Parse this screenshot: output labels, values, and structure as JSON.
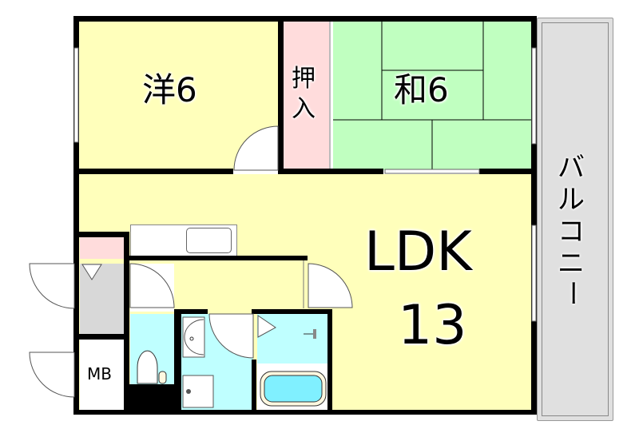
{
  "floorplan": {
    "rooms": {
      "western_room": {
        "label": "洋6",
        "type": "Western-style room",
        "size_jo": 6
      },
      "closet": {
        "label": "押入",
        "label_line1": "押",
        "label_line2": "入"
      },
      "japanese_room": {
        "label": "和6",
        "type": "Japanese-style room",
        "size_jo": 6
      },
      "ldk": {
        "label_line1": "LDK",
        "label_line2": "13",
        "size_jo": 13
      },
      "balcony": {
        "label": "バルコニー",
        "chars": [
          "バ",
          "ル",
          "コ",
          "ニ",
          "ー"
        ]
      },
      "meter_box": {
        "label": "MB"
      }
    },
    "colors": {
      "western_floor": "#ffffbb",
      "ldk_floor": "#ffffbb",
      "tatami": "#c0ffc0",
      "closet": "#ffdcdc",
      "wet_area": "#bfffff",
      "balcony": "#e0e0e0",
      "entry": "#d8d8d8",
      "wall": "#000000"
    }
  }
}
